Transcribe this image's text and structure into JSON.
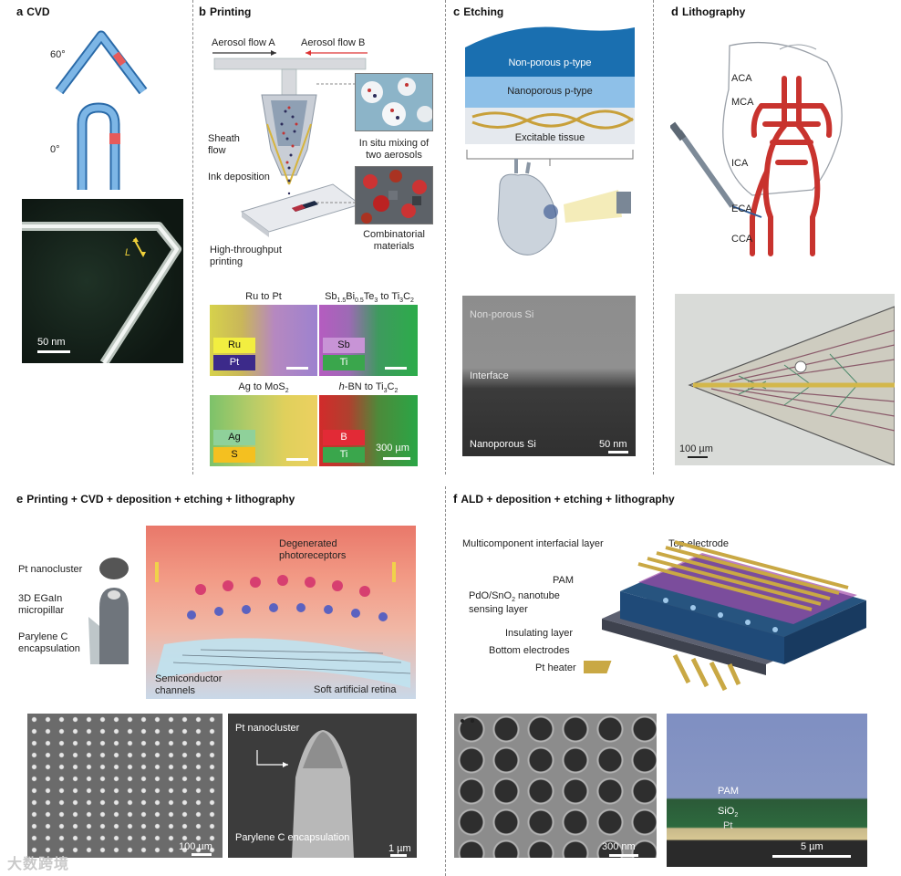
{
  "panels": {
    "a": {
      "letter": "a",
      "title": "CVD",
      "angle_top": "60°",
      "angle_bottom": "0°",
      "length_label": "L",
      "scale": "50 nm"
    },
    "b": {
      "letter": "b",
      "title": "Printing",
      "aerosol_a": "Aerosol flow A",
      "aerosol_b": "Aerosol flow B",
      "sheath": "Sheath\nflow",
      "ink": "Ink deposition",
      "htp": "High-throughput\nprinting",
      "insitu": "In situ mixing of\ntwo aerosols",
      "combi": "Combinatorial\nmaterials",
      "maps": [
        {
          "title": "Ru to Pt",
          "chips": [
            "Ru",
            "Pt"
          ]
        },
        {
          "title_main": "Sb",
          "title_sub1": "1.5",
          "title_mid1": "Bi",
          "title_sub2": "0.5",
          "title_mid2": "Te",
          "title_sub3": "3",
          "title_end": " to Ti",
          "title_sub4": "3",
          "title_end2": "C",
          "title_sub5": "2",
          "chips": [
            "Sb",
            "Ti"
          ]
        },
        {
          "title_main": "Ag to MoS",
          "title_sub": "2",
          "chips": [
            "Ag",
            "S"
          ]
        },
        {
          "title_italic": "h",
          "title_main": "-BN to Ti",
          "title_sub": "3",
          "title_mid": "C",
          "title_sub2": "2",
          "chips": [
            "B",
            "Ti"
          ],
          "scale": "300 µm"
        }
      ]
    },
    "c": {
      "letter": "c",
      "title": "Etching",
      "layer1": "Non-porous p-type",
      "layer2": "Nanoporous p-type",
      "layer3": "Excitable tissue",
      "sem_top": "Non-porous Si",
      "sem_mid": "Interface",
      "sem_bottom": "Nanoporous Si",
      "scale": "50 nm"
    },
    "d": {
      "letter": "d",
      "title": "Lithography",
      "arteries": [
        "ACA",
        "MCA",
        "ICA",
        "ECA",
        "CCA"
      ],
      "scale": "100 µm"
    },
    "e": {
      "letter": "e",
      "title": "Printing + CVD + deposition + etching + lithography",
      "pt_nanocluster": "Pt nanocluster",
      "egain": "3D EGaIn\nmicropillar",
      "parylene": "Parylene C\nencapsulation",
      "degenerated": "Degenerated\nphotoreceptors",
      "semichannels": "Semiconductor\nchannels",
      "retina": "Soft artificial retina",
      "sem2_top": "Pt nanocluster",
      "sem2_bottom": "Parylene C encapsulation",
      "scale1": "100 µm",
      "scale2": "1 µm"
    },
    "f": {
      "letter": "f",
      "title": "ALD + deposition + etching + lithography",
      "interfacial": "Multicomponent interfacial layer",
      "top_electrode": "Top electrode",
      "pam": "PAM",
      "pdo_a": "PdO/SnO",
      "pdo_sub": "2",
      "pdo_b": " nanotube",
      "pdo_c": "sensing layer",
      "insulating": "Insulating layer",
      "bottom_electrodes": "Bottom electrodes",
      "heater": "Pt heater",
      "scale1": "300 nm",
      "sem_pam": "PAM",
      "sem_sio_a": "SiO",
      "sem_sio_sub": "2",
      "sem_pt": "Pt",
      "scale2": "5 µm"
    }
  },
  "watermark": "大数跨境"
}
